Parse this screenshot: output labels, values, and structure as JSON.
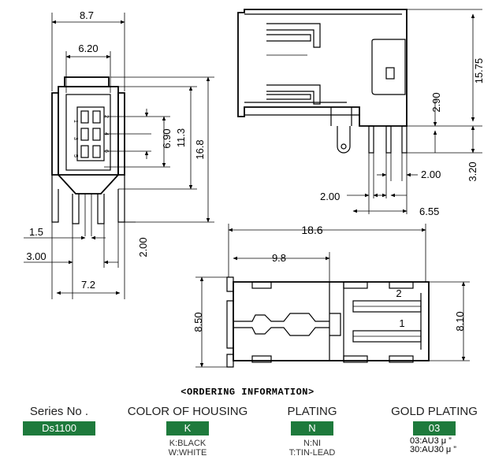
{
  "front_view": {
    "dims": {
      "width_overall": "8.7",
      "width_inner": "6.20",
      "pitch_v": "6.90",
      "height_body": "11.3",
      "height_total": "16.8",
      "pin_offset": "2.00",
      "pin_width": "1.5",
      "pin_span": "3.00",
      "pin_spacing": "7.2"
    },
    "pin_numbers": [
      "1",
      "2",
      "3",
      "4",
      "5",
      "6"
    ]
  },
  "side_view": {
    "dims": {
      "height_total": "15.75",
      "offset_a": "2.90",
      "offset_b": "3.20",
      "pitch_right": "2.00",
      "pitch_left": "2.00",
      "span": "6.55"
    }
  },
  "bottom_view": {
    "dims": {
      "length": "18.6",
      "length_part": "9.8",
      "width_left": "8.50",
      "width_right": "8.10"
    },
    "port_labels": [
      "2",
      "1"
    ]
  },
  "ordering": {
    "title": "<ORDERING INFORMATION>",
    "columns": [
      {
        "header": "Series No .",
        "value": "Ds1100",
        "notes": []
      },
      {
        "header": "COLOR OF HOUSING",
        "value": "K",
        "notes": [
          "K:BLACK",
          "W:WHITE"
        ]
      },
      {
        "header": "PLATING",
        "value": "N",
        "notes": [
          "N:NI",
          "T:TIN-LEAD"
        ]
      },
      {
        "header": "GOLD PLATING",
        "value": "03",
        "notes": [
          "03:AU3 μ ”",
          "30:AU30 μ ”"
        ]
      }
    ],
    "accent_color": "#1e7a3c"
  }
}
